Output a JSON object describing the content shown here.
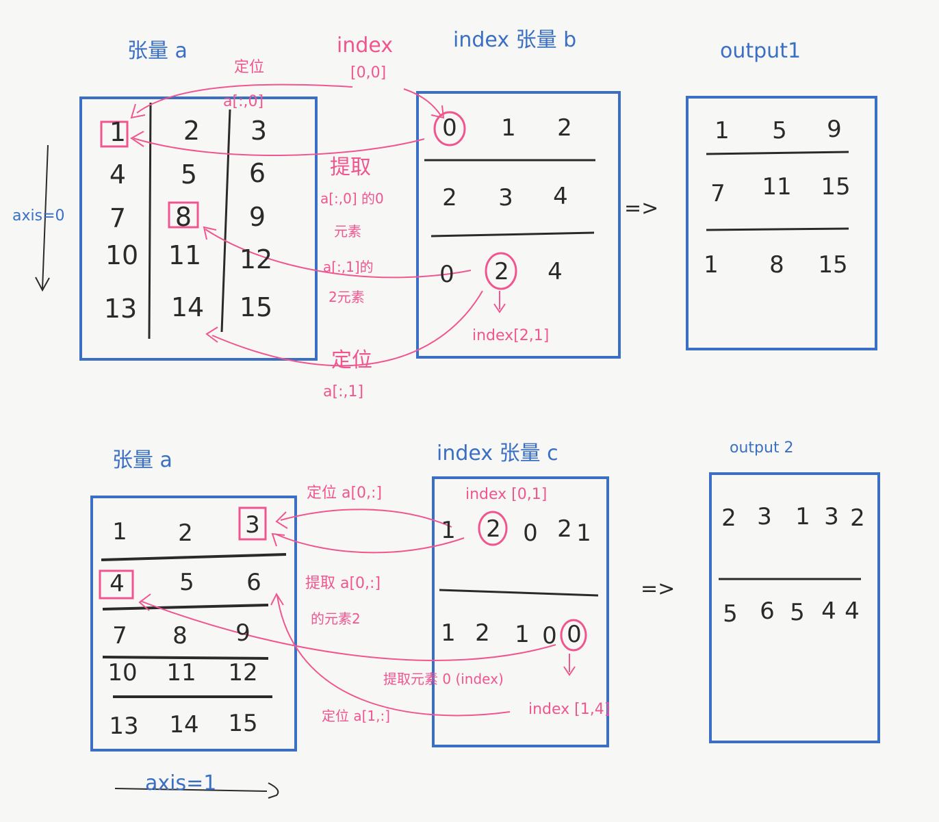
{
  "titles": {
    "tensor_a_top": "张量 a",
    "index_top": "index",
    "index_top_pos": "[0,0]",
    "index_b": "index 张量 b",
    "output1": "output1",
    "tensor_a_bottom": "张量 a",
    "index_c": "index 张量 c",
    "output2": "output 2"
  },
  "annotations": {
    "locate_top": "定位",
    "a_col0": "a[:,0]",
    "extract": "提取",
    "extract_desc1": "a[:,0] 的0",
    "extract_desc2": "元素",
    "a_col1_desc1": "a[:,1]的",
    "a_col1_desc2": "2元素",
    "index_21": "index[2,1]",
    "locate_bottom": "定位",
    "a_col1": "a[:,1]",
    "axis0": "axis=0",
    "arrow_right_top": "=>",
    "locate_row0": "定位 a[0,:]",
    "index_01": "index [0,1]",
    "extract_row0": "提取 a[0,:]",
    "extract_row0_b": "的元素2",
    "extract_elem0": "提取元素 0 (index)",
    "locate_row1": "定位 a[1,:]",
    "index_14": "index [1,4]",
    "arrow_right_bottom": "=>",
    "axis1": "axis=1"
  },
  "tensor_a_top": [
    [
      1,
      2,
      3
    ],
    [
      4,
      5,
      6
    ],
    [
      7,
      8,
      9
    ],
    [
      10,
      11,
      12
    ],
    [
      13,
      14,
      15
    ]
  ],
  "tensor_b": [
    [
      0,
      1,
      2
    ],
    [
      2,
      3,
      4
    ],
    [
      0,
      2,
      4
    ]
  ],
  "output1": [
    [
      1,
      5,
      9
    ],
    [
      7,
      11,
      15
    ],
    [
      1,
      8,
      15
    ]
  ],
  "tensor_a_bottom": [
    [
      1,
      2,
      3
    ],
    [
      4,
      5,
      6
    ],
    [
      7,
      8,
      9
    ],
    [
      10,
      11,
      12
    ],
    [
      13,
      14,
      15
    ]
  ],
  "tensor_c": [
    [
      1,
      2,
      0,
      2,
      1
    ],
    [
      1,
      2,
      1,
      0,
      0
    ]
  ],
  "output2": [
    [
      2,
      3,
      1,
      3,
      2
    ],
    [
      5,
      6,
      5,
      4,
      4
    ]
  ],
  "colors": {
    "frame": "#3a6fc4",
    "annotation": "#f0558f",
    "ink": "#2a2a2a"
  }
}
